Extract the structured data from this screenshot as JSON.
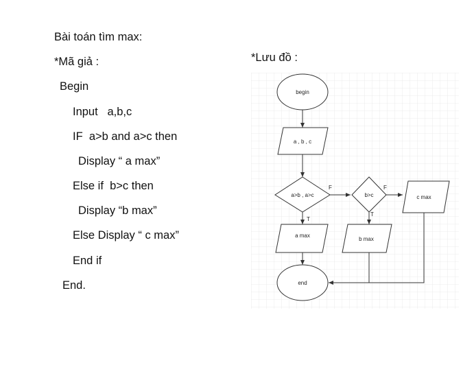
{
  "pseudo": {
    "title": "Bài toán tìm max:",
    "heading": "*Mã giả :",
    "lines": [
      "Begin",
      "Input   a,b,c",
      "IF  a>b and a>c then",
      "Display “ a max”",
      "Else if  b>c then",
      "Display “b max”",
      "Else Display “ c max”",
      "End if",
      "End."
    ]
  },
  "flowchart": {
    "heading": "*Lưu đồ :",
    "nodes": {
      "begin": "begin",
      "input": "a , b , c",
      "cond1": "a>b , a>c",
      "cond2": "b>c",
      "out_a": "a max",
      "out_b": "b max",
      "out_c": "c max",
      "end": "end"
    },
    "edge_labels": {
      "cond1_false": "F",
      "cond1_true": "T",
      "cond2_false": "F",
      "cond2_true": "T"
    }
  }
}
